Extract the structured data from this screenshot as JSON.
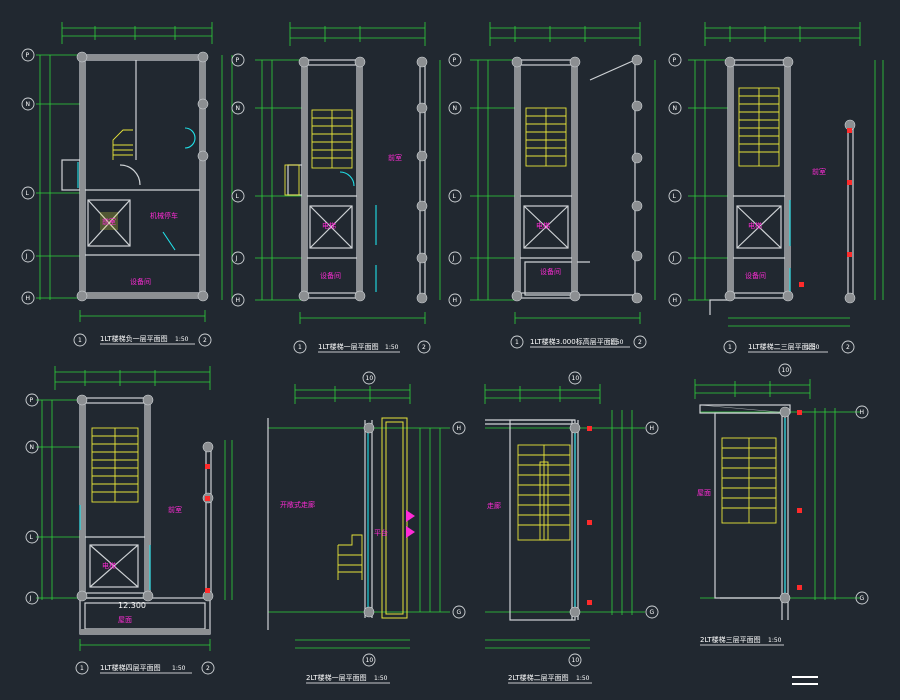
{
  "drawings": [
    {
      "id": "d1",
      "title": "1LT楼梯负一层平面图",
      "scale": "1:50",
      "left_axes": [
        "P",
        "N",
        "L",
        "J",
        "H"
      ],
      "bottom_axes": [
        "1",
        "2"
      ],
      "room_labels": [
        "前室",
        "机械停车",
        "设备间"
      ]
    },
    {
      "id": "d2",
      "title": "1LT楼梯一层平面图",
      "scale": "1:50",
      "left_axes": [
        "P",
        "N",
        "L",
        "J",
        "H"
      ],
      "bottom_axes": [
        "1",
        "2"
      ],
      "room_labels": [
        "电梯",
        "前室",
        "设备间"
      ]
    },
    {
      "id": "d3",
      "title": "1LT楼梯3.000标高层平面图",
      "scale": "1:50",
      "left_axes": [
        "P",
        "N",
        "L",
        "J",
        "H"
      ],
      "bottom_axes": [
        "1",
        "2"
      ],
      "room_labels": [
        "电梯",
        "设备间"
      ]
    },
    {
      "id": "d4",
      "title": "1LT楼梯二三层平面图",
      "scale": "1:50",
      "left_axes": [
        "P",
        "N",
        "L",
        "J",
        "H"
      ],
      "bottom_axes": [
        "1",
        "2"
      ],
      "room_labels": [
        "电梯",
        "前室",
        "设备间"
      ]
    },
    {
      "id": "d5",
      "title": "1LT楼梯四层平面图",
      "scale": "1:50",
      "left_axes": [
        "P",
        "N",
        "L",
        "J"
      ],
      "bottom_axes": [
        "1",
        "2"
      ],
      "room_labels": [
        "电梯",
        "前室",
        "屋面"
      ],
      "level_text": "12.300"
    },
    {
      "id": "d6",
      "title": "2LT楼梯一层平面图",
      "scale": "1:50",
      "top_axes": [
        "10"
      ],
      "right_axes": [
        "H",
        "G"
      ],
      "bottom_axes": [
        "10"
      ],
      "room_labels": [
        "开敞式走廊",
        "平台"
      ]
    },
    {
      "id": "d7",
      "title": "2LT楼梯二层平面图",
      "scale": "1:50",
      "top_axes": [
        "10"
      ],
      "right_axes": [
        "H",
        "G"
      ],
      "bottom_axes": [
        "10"
      ],
      "room_labels": [
        "走廊"
      ]
    },
    {
      "id": "d8",
      "title": "2LT楼梯三层平面图",
      "scale": "1:50",
      "top_axes": [
        "10"
      ],
      "right_axes": [
        "H",
        "G"
      ],
      "bottom_axes": [],
      "room_labels": [
        "屋面"
      ]
    }
  ]
}
